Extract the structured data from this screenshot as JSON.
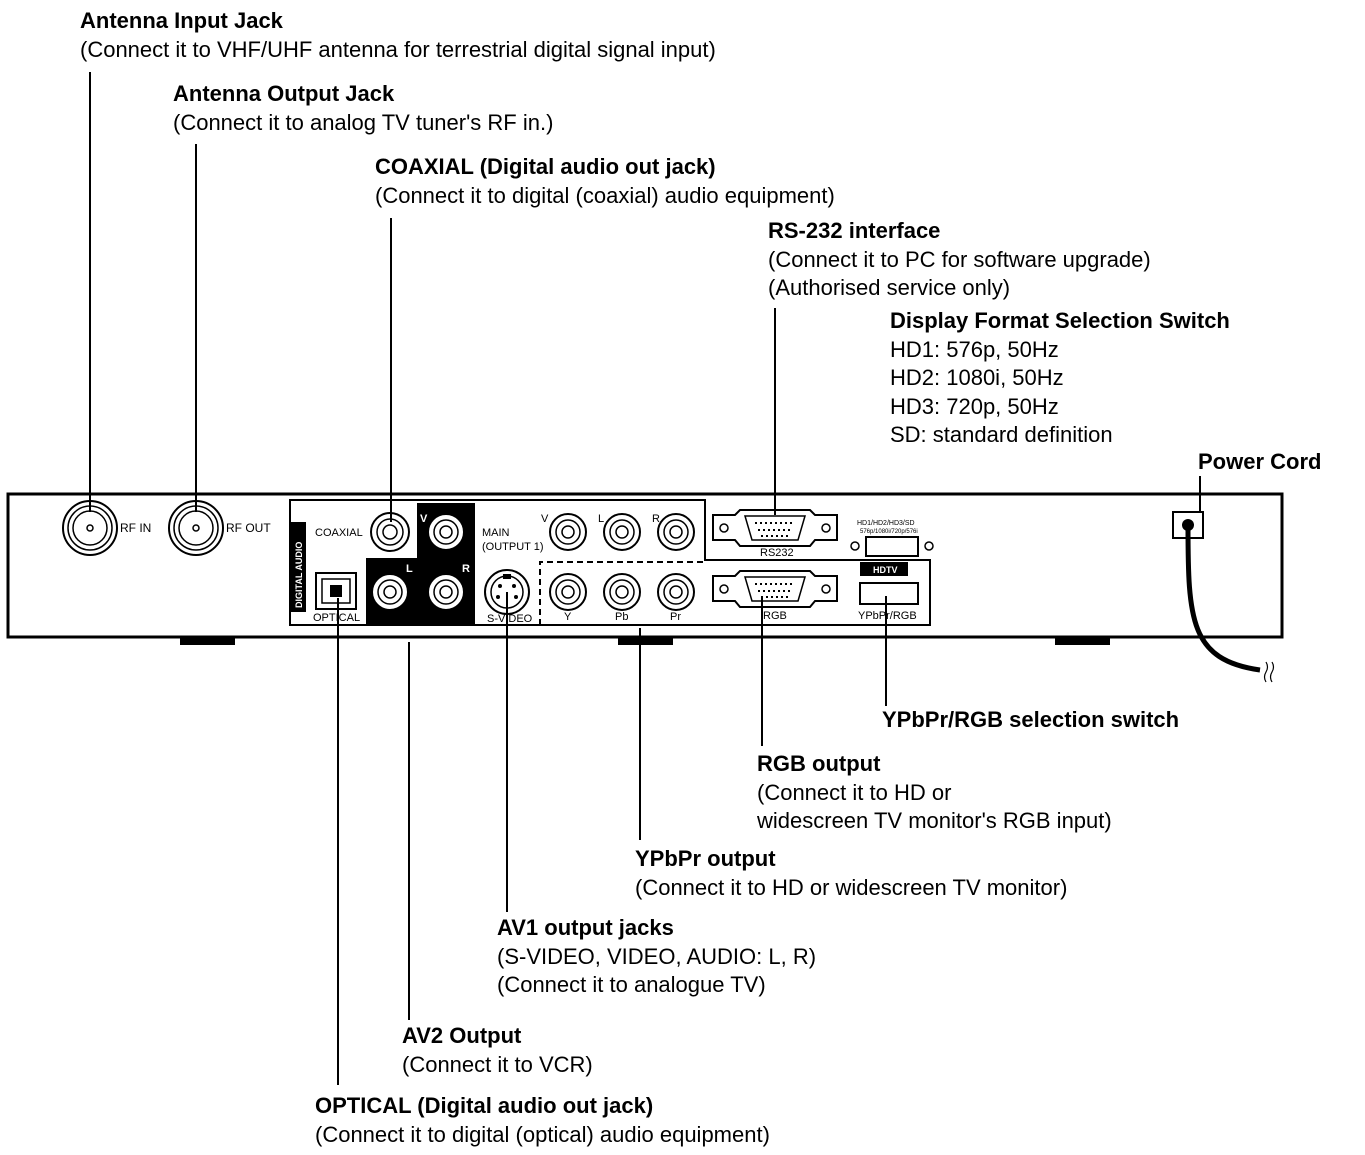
{
  "callouts": {
    "antenna_in": {
      "title": "Antenna Input Jack",
      "lines": [
        "(Connect it to VHF/UHF antenna for terrestrial digital signal input)"
      ]
    },
    "antenna_out": {
      "title": "Antenna Output Jack",
      "lines": [
        "(Connect it to analog TV tuner's RF in.)"
      ]
    },
    "coaxial": {
      "title": "COAXIAL (Digital audio out jack)",
      "lines": [
        "(Connect it to digital (coaxial) audio equipment)"
      ]
    },
    "rs232": {
      "title": "RS-232 interface",
      "lines": [
        "(Connect it to PC for software upgrade)",
        "(Authorised service only)"
      ]
    },
    "display_format": {
      "title": "Display Format Selection Switch",
      "lines": [
        "HD1: 576p, 50Hz",
        "HD2: 1080i, 50Hz",
        "HD3: 720p, 50Hz",
        "SD: standard definition"
      ]
    },
    "power_cord": {
      "title": "Power Cord",
      "lines": []
    },
    "ypbpr_switch": {
      "title": "YPbPr/RGB selection switch",
      "lines": []
    },
    "rgb_output": {
      "title": "RGB output",
      "lines": [
        "(Connect it to HD or",
        "widescreen TV monitor's RGB input)"
      ]
    },
    "ypbpr_output": {
      "title": "YPbPr output",
      "lines": [
        "(Connect it to HD or widescreen TV monitor)"
      ]
    },
    "av1": {
      "title": "AV1 output jacks",
      "lines": [
        "(S-VIDEO, VIDEO, AUDIO: L, R)",
        "(Connect it to analogue TV)"
      ]
    },
    "av2": {
      "title": "AV2 Output",
      "lines": [
        "(Connect it to VCR)"
      ]
    },
    "optical": {
      "title": "OPTICAL (Digital audio out jack)",
      "lines": [
        "(Connect it to digital (optical) audio equipment)"
      ]
    }
  },
  "panel_labels": {
    "rf_in": "RF IN",
    "rf_out": "RF OUT",
    "digital_audio": "DIGITAL AUDIO",
    "coaxial": "COAXIAL",
    "optical": "OPTICAL",
    "v": "V",
    "l": "L",
    "r": "R",
    "main_line1": "MAIN",
    "main_line2": "(OUTPUT 1)",
    "s_video": "S-VIDEO",
    "y": "Y",
    "pb": "Pb",
    "pr": "Pr",
    "rs232": "RS232",
    "rgb": "RGB",
    "hd_switch_line1": "HD1/HD2/HD3/SD",
    "hd_switch_line2": "576p/1080i/720p/576i",
    "hdtv": "HDTV",
    "ypbpr_rgb": "YPbPr/RGB"
  }
}
